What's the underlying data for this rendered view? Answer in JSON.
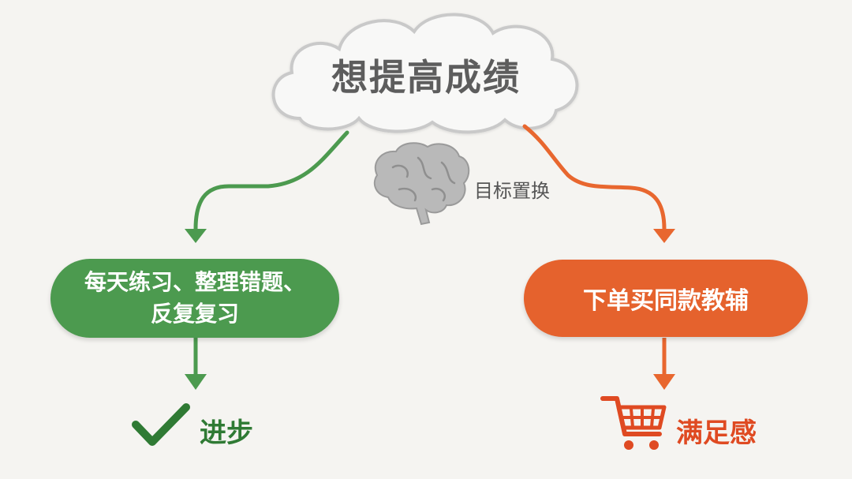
{
  "goal": {
    "text": "想提高成绩"
  },
  "middle": {
    "icon": "brain-icon",
    "label": "目标置换"
  },
  "left_branch": {
    "action": "每天练习、整理错题、\n反复复习",
    "outcome_icon": "checkmark-icon",
    "outcome": "进步",
    "color": "#4c9a4f"
  },
  "right_branch": {
    "action": "下单买同款教辅",
    "outcome_icon": "shopping-cart-icon",
    "outcome": "满足感",
    "color": "#e5622d"
  }
}
